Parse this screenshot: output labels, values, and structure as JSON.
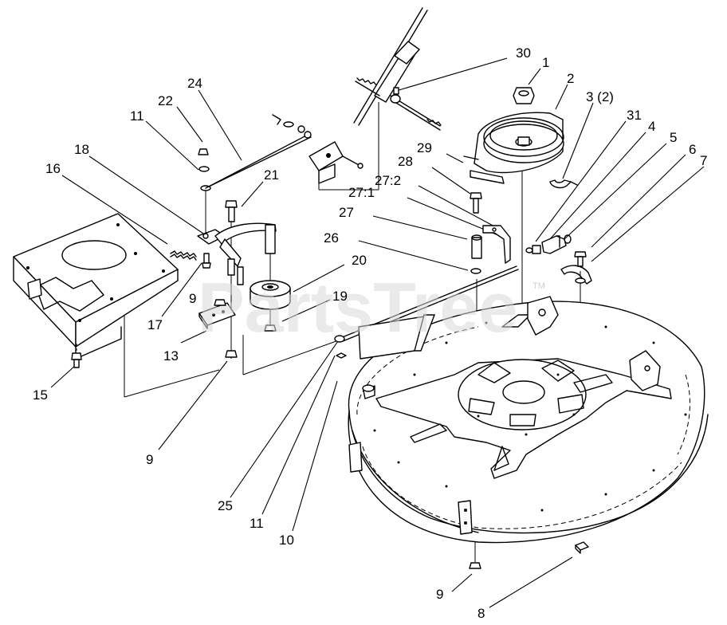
{
  "watermark": {
    "text": "PartsTree",
    "trademark": "TM"
  },
  "callouts": [
    {
      "id": "c30",
      "text": "30"
    },
    {
      "id": "c1",
      "text": "1"
    },
    {
      "id": "c2",
      "text": "2"
    },
    {
      "id": "c3",
      "text": "3 (2)"
    },
    {
      "id": "c31",
      "text": "31"
    },
    {
      "id": "c4",
      "text": "4"
    },
    {
      "id": "c5",
      "text": "5"
    },
    {
      "id": "c6",
      "text": "6"
    },
    {
      "id": "c7",
      "text": "7"
    },
    {
      "id": "c29",
      "text": "29"
    },
    {
      "id": "c28",
      "text": "28"
    },
    {
      "id": "c27_2",
      "text": "27:2"
    },
    {
      "id": "c27_1",
      "text": "27:1"
    },
    {
      "id": "c27",
      "text": "27"
    },
    {
      "id": "c26",
      "text": "26"
    },
    {
      "id": "c20",
      "text": "20"
    },
    {
      "id": "c19",
      "text": "19"
    },
    {
      "id": "c24",
      "text": "24"
    },
    {
      "id": "c22",
      "text": "22"
    },
    {
      "id": "c11a",
      "text": "11"
    },
    {
      "id": "c18",
      "text": "18"
    },
    {
      "id": "c21",
      "text": "21"
    },
    {
      "id": "c16",
      "text": "16"
    },
    {
      "id": "c17",
      "text": "17"
    },
    {
      "id": "c9a",
      "text": "9"
    },
    {
      "id": "c13",
      "text": "13"
    },
    {
      "id": "c15",
      "text": "15"
    },
    {
      "id": "c9b",
      "text": "9"
    },
    {
      "id": "c25",
      "text": "25"
    },
    {
      "id": "c11b",
      "text": "11"
    },
    {
      "id": "c10",
      "text": "10"
    },
    {
      "id": "c9c",
      "text": "9"
    },
    {
      "id": "c8",
      "text": "8"
    }
  ]
}
